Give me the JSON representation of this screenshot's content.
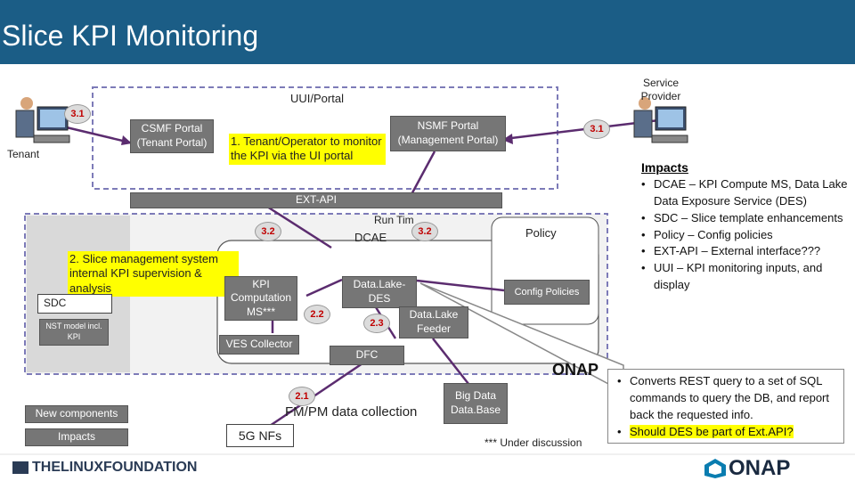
{
  "title": "Slice KPI Monitoring",
  "labels": {
    "uui_portal": "UUI/Portal",
    "service_provider": "Service Provider",
    "tenant": "Tenant",
    "ext_api": "EXT-API",
    "run_time": "Run Tim",
    "dcae": "DCAE",
    "onap": "ONAP",
    "fm_pm": "FM/PM data collection",
    "under_discussion": "*** Under discussion",
    "step1": "1. Tenant/Operator to monitor the KPI via the UI portal",
    "step2": "2. Slice management system internal KPI supervision & analysis"
  },
  "boxes": {
    "csmf": "CSMF Portal (Tenant Portal)",
    "nsmf": "NSMF Portal (Management Portal)",
    "policy": "Policy",
    "config_policies": "Config Policies",
    "sdc": "SDC",
    "nst_model": "NST model incl. KPI",
    "kpi_ms": "KPI Computation MS***",
    "datalake_des": "Data.Lake-DES",
    "datalake_feeder": "Data.Lake Feeder",
    "ves": "VES Collector",
    "dfc": "DFC",
    "big_data": "Big Data Data.Base",
    "nfs": "5G NFs"
  },
  "legend": {
    "new_components": "New components",
    "impacts": "Impacts"
  },
  "badges": {
    "b31_left": "3.1",
    "b31_right": "3.1",
    "b32_left": "3.2",
    "b32_right": "3.2",
    "b22": "2.2",
    "b23": "2.3",
    "b21": "2.1"
  },
  "impacts": {
    "heading": "Impacts",
    "items": [
      "DCAE – KPI Compute MS, Data Lake Data Exposure Service (DES)",
      "SDC – Slice template enhancements",
      "Policy – Config policies",
      "EXT-API – External interface???",
      "UUI – KPI monitoring inputs, and display"
    ]
  },
  "callout": {
    "item1": "Converts REST query to a set of SQL commands to query the DB, and report back the requested info.",
    "item2": "Should DES be part of Ext.API?"
  },
  "footer": {
    "lf_logo": "THELINUXFOUNDATION",
    "onap_logo": "ONAP"
  },
  "colors": {
    "title_bar": "#1b5d86",
    "arrow": "#5b2c6f",
    "badge_text": "#c00000",
    "highlight": "#ffff00",
    "grey_box": "#767676"
  }
}
